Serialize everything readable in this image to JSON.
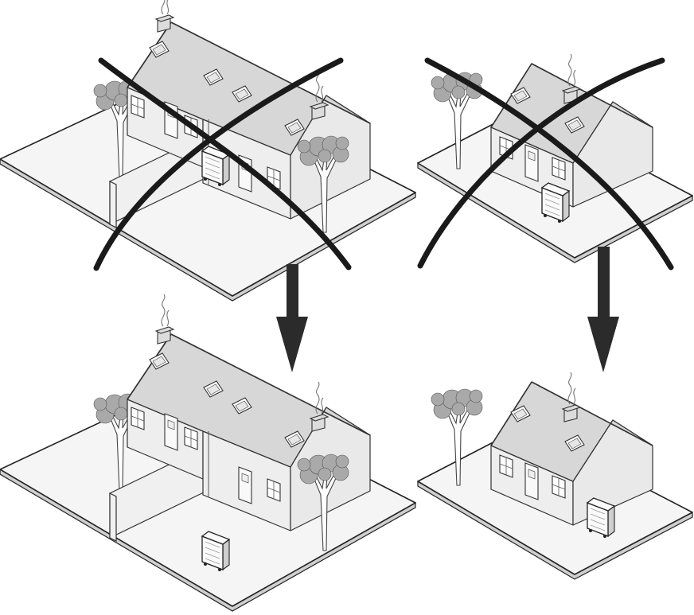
{
  "scenes": [
    {
      "id": "semi-detached-before",
      "status": "rejected"
    },
    {
      "id": "detached-before",
      "status": "rejected"
    },
    {
      "id": "semi-detached-after",
      "status": "recommended"
    },
    {
      "id": "detached-after",
      "status": "recommended"
    }
  ],
  "symbols": {
    "rejected": "cross-out-icon",
    "transition": "down-arrow-icon",
    "heat_pump": "outdoor-unit-icon"
  },
  "colors": {
    "ink": "#1a1a1a",
    "roof": "#d7d7d7",
    "ground": "#f5f5f5"
  }
}
